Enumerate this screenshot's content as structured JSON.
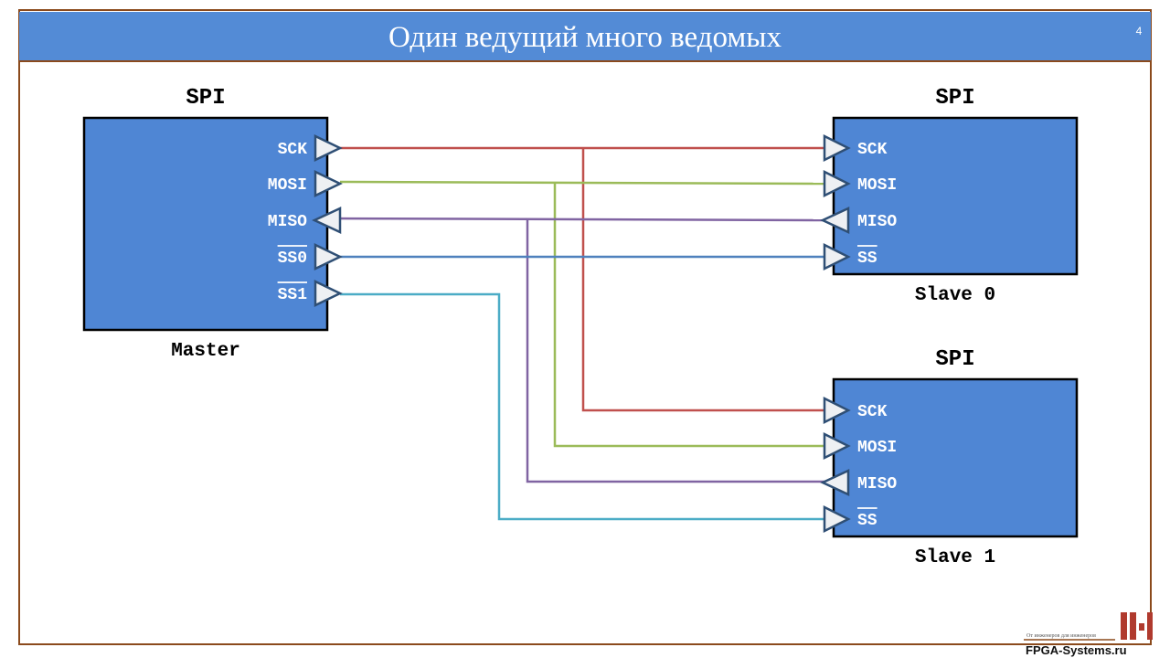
{
  "header": {
    "title": "Один ведущий много ведомых",
    "page_number": "4"
  },
  "colors": {
    "header": "#538bd6",
    "box": "#4f86d4",
    "frame": "#8b4a1c",
    "sck": "#c0504d",
    "mosi": "#9bbb59",
    "miso": "#8064a2",
    "ss0": "#4f81bd",
    "ss1": "#4bacc6"
  },
  "master": {
    "title": "SPI",
    "caption": "Master",
    "ports": [
      "SCK",
      "MOSI",
      "MISO",
      "SS0",
      "SS1"
    ]
  },
  "slave0": {
    "title": "SPI",
    "caption": "Slave 0",
    "ports": [
      "SCK",
      "MOSI",
      "MISO",
      "SS"
    ]
  },
  "slave1": {
    "title": "SPI",
    "caption": "Slave 1",
    "ports": [
      "SCK",
      "MOSI",
      "MISO",
      "SS"
    ]
  },
  "logo": {
    "tagline": "От инженеров для инженеров",
    "name": "FPGA-Systems.ru"
  }
}
